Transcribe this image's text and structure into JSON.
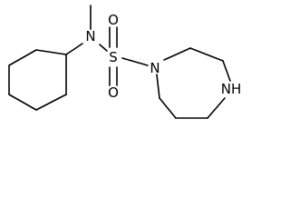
{
  "diagram": {
    "type": "chemical-structure",
    "atoms": {
      "n_amine": "N",
      "sulfur": "S",
      "o_upper": "O",
      "o_lower": "O",
      "n_ring": "N",
      "nh": "NH"
    },
    "colors": {
      "bond": "#000000",
      "label": "#000000",
      "background": "#ffffff"
    }
  }
}
